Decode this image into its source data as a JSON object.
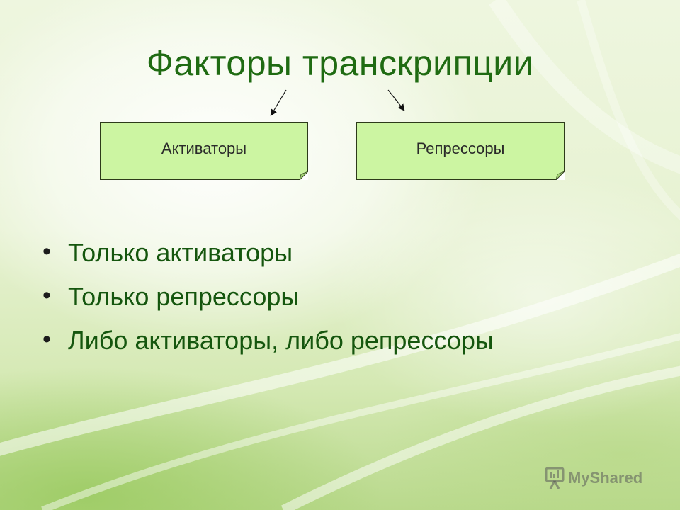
{
  "title": "Факторы транскрипции",
  "boxes": [
    {
      "label": "Активаторы"
    },
    {
      "label": "Репрессоры"
    }
  ],
  "bullets": [
    "Только активаторы",
    "Только репрессоры",
    "Либо активаторы, либо репрессоры"
  ],
  "watermark": {
    "brand": "MyShared"
  },
  "colors": {
    "title": "#1f6b12",
    "box_fill": "#ccf5a2",
    "bullet_text": "#15560e"
  }
}
